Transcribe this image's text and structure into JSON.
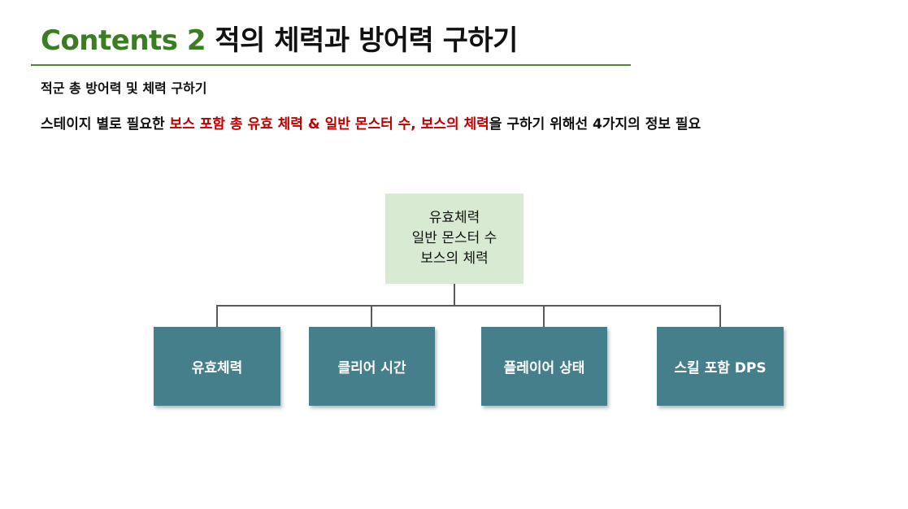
{
  "title": {
    "accent": "Contents 2",
    "main": " 적의 체력과 방어력 구하기"
  },
  "subtitle": "적군 총 방어력 및 체력 구하기",
  "description": {
    "prefix": "스테이지 별로 필요한 ",
    "highlight": "보스 포함 총 유효 체력 & 일반 몬스터 수, 보스의 체력",
    "suffix": "을 구하기 위해선 4가지의 정보 필요"
  },
  "diagram": {
    "root": {
      "lines": [
        "유효체력",
        "일반 몬스터 수",
        "보스의 체력"
      ]
    },
    "children": [
      {
        "label": "유효체력"
      },
      {
        "label": "클리어 시간"
      },
      {
        "label": "플레이어 상태"
      },
      {
        "label": "스킬 포함 DPS"
      }
    ]
  },
  "colors": {
    "accent_green": "#3a7d22",
    "rule_green": "#548235",
    "highlight_red": "#c00000",
    "root_fill": "#d9ead3",
    "child_fill": "#467f8c",
    "connector": "#595959"
  }
}
